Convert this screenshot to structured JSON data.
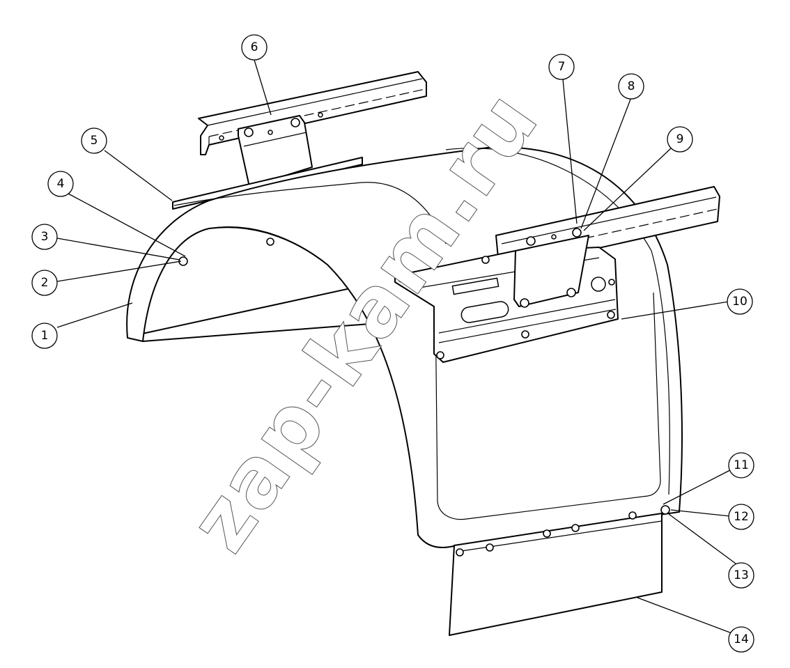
{
  "watermark": "zap-kam.ru",
  "colors": {
    "line": "#000000",
    "background": "#ffffff",
    "watermark_outline": "#555555"
  },
  "callouts": [
    "1",
    "2",
    "3",
    "4",
    "5",
    "6",
    "7",
    "8",
    "9",
    "10",
    "11",
    "12",
    "13",
    "14"
  ]
}
